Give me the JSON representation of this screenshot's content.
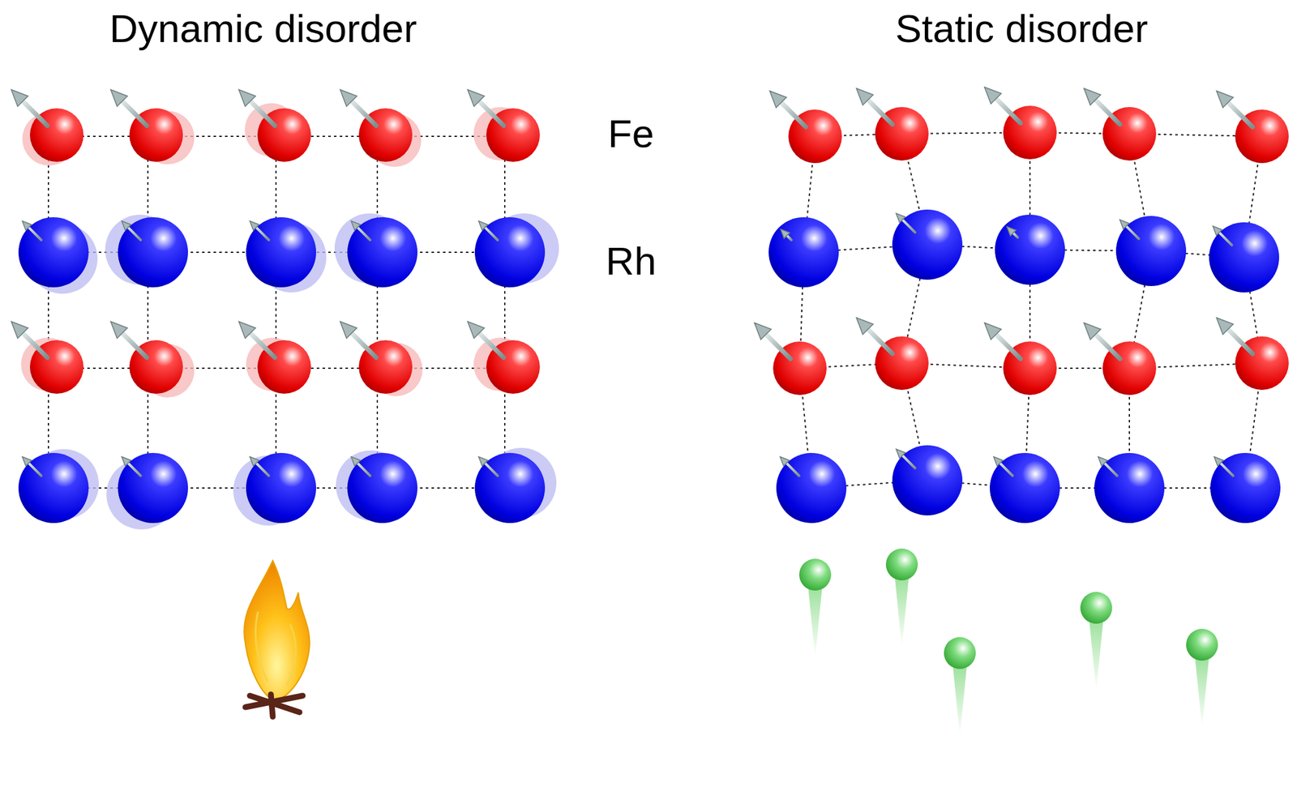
{
  "diagram": {
    "labels": [
      "Dynamic disorder",
      "Static disorder",
      "Fe",
      "Rh"
    ]
  }
}
